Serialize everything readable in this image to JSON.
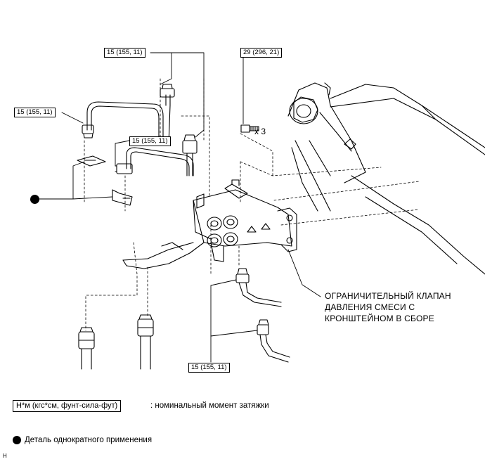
{
  "torque_labels": {
    "top_pipes": "15 (155, 11)",
    "left_pipe": "15 (155, 11)",
    "mid_pipe": "15 (155, 11)",
    "bottom_pipes": "15 (155, 11)",
    "bolt": "29 (296, 21)"
  },
  "bolt_count": "x 3",
  "assembly_label": {
    "line1": "ОГРАНИЧИТЕЛЬНЫЙ КЛАПАН",
    "line2": "ДАВЛЕНИЯ СМЕСИ С",
    "line3": "КРОНШТЕЙНОМ В СБОРЕ"
  },
  "legend": {
    "unit_box": "Н*м (кгс*см, фунт-сила-фут)",
    "torque_text": ": номинальный момент затяжки",
    "nonreusable_text": "Деталь однократного применения",
    "corner_mark": "H"
  }
}
